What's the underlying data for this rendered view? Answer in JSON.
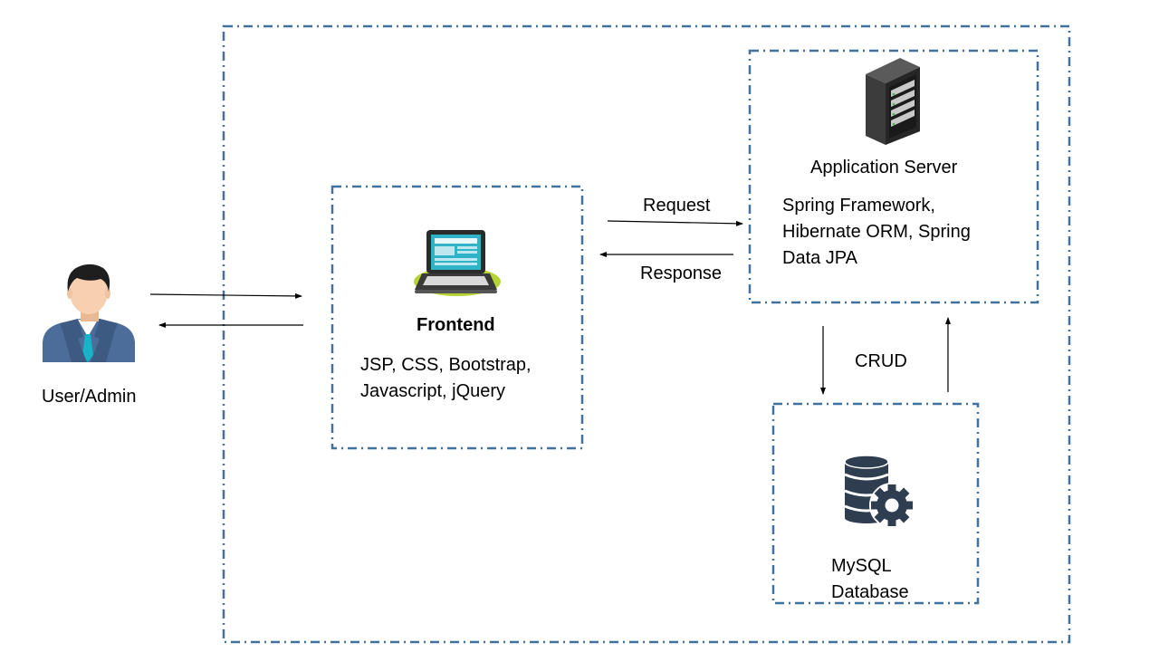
{
  "user": {
    "label": "User/Admin",
    "icon": "user-admin-icon"
  },
  "frontend": {
    "title": "Frontend",
    "tech_line1": "JSP, CSS, Bootstrap,",
    "tech_line2": "Javascript, jQuery",
    "icon": "laptop-icon"
  },
  "app_server": {
    "title": "Application Server",
    "tech_line1": "Spring Framework,",
    "tech_line2": "Hibernate ORM, Spring",
    "tech_line3": "Data JPA",
    "icon": "server-rack-icon"
  },
  "database": {
    "line1": "MySQL",
    "line2": "Database",
    "icon": "database-gear-icon"
  },
  "connections": {
    "request": "Request",
    "response": "Response",
    "crud": "CRUD"
  },
  "colors": {
    "border": "#41719C",
    "dark_icon": "#2E3D4F",
    "screen": "#2FB3C8",
    "laptop_base": "#B5D334"
  }
}
